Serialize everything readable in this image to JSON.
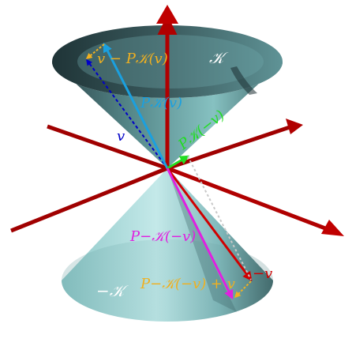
{
  "labels": {
    "v_minus_proj": "v − P𝒦(v)",
    "cone_K": "𝒦",
    "proj_v": "P𝒦(v)",
    "v": "v",
    "proj_neg_v": "P𝒦(−v)",
    "proj_polar_neg_v": "P−𝒦(−v)",
    "neg_cone": "−𝒦",
    "proj_polar_plus_v": "P−𝒦(−v) + v",
    "neg_v": "−v"
  },
  "colors": {
    "cone_light": "#a9d9d9",
    "cone_dark": "#304c50",
    "axis": "#b00000",
    "cyan": "#1aa0e0",
    "blue": "#0000c8",
    "green": "#22dd22",
    "magenta": "#e020e0",
    "red": "#d00000",
    "orange": "#f0b020",
    "grey": "#bbbbbb",
    "white": "#ffffff"
  }
}
